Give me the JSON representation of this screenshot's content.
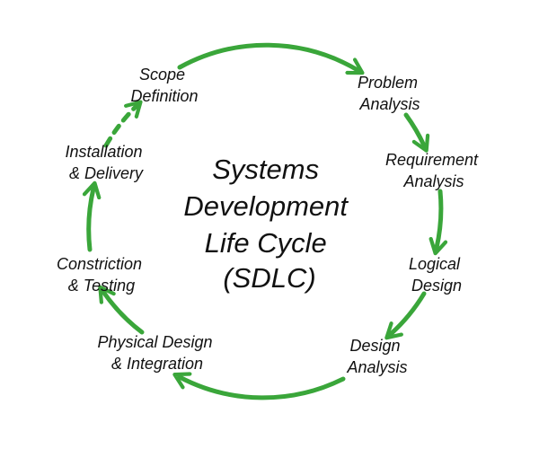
{
  "title": {
    "lines": [
      "Systems",
      "Development",
      "Life Cycle",
      "(SDLC)"
    ]
  },
  "stages": [
    {
      "lines": [
        "Scope",
        "Definition"
      ]
    },
    {
      "lines": [
        "Problem",
        "Analysis"
      ]
    },
    {
      "lines": [
        "Requirement",
        "Analysis"
      ]
    },
    {
      "lines": [
        "Logical",
        "Design"
      ]
    },
    {
      "lines": [
        "Design",
        "Analysis"
      ]
    },
    {
      "lines": [
        "Physical Design",
        "& Integration"
      ]
    },
    {
      "lines": [
        "Constriction",
        "& Testing"
      ]
    },
    {
      "lines": [
        "Installation",
        "& Delivery"
      ]
    }
  ],
  "colors": {
    "arrow": "#3aa63a",
    "text": "#111111",
    "background": "#ffffff"
  }
}
